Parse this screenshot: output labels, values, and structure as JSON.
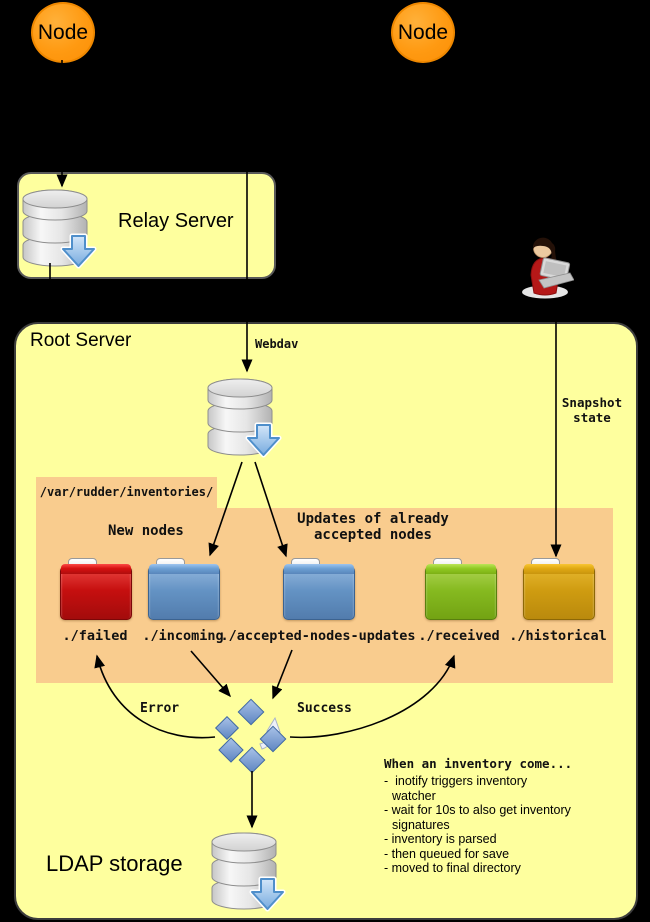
{
  "nodes": {
    "left_label": "Node",
    "right_label": "Node"
  },
  "relay": {
    "title": "Relay Server"
  },
  "root": {
    "title": "Root Server",
    "webdav_label": "Webdav",
    "snapshot": {
      "line1": "Snapshot",
      "line2": "state"
    },
    "inventories_path": "/var/rudder/inventories/",
    "new_nodes_label": "New nodes",
    "updates_label": {
      "line1": "Updates of already",
      "line2": "accepted nodes"
    },
    "folders": [
      {
        "name": "failed",
        "label": "./failed",
        "color": "#c60f0f"
      },
      {
        "name": "incoming",
        "label": "./incoming",
        "color": "#6493c4"
      },
      {
        "name": "accepted-nodes-updates",
        "label": "./accepted-nodes-updates",
        "color": "#6493c4"
      },
      {
        "name": "received",
        "label": "./received",
        "color": "#86ba20"
      },
      {
        "name": "historical",
        "label": "./historical",
        "color": "#cf9c11"
      }
    ],
    "error_label": "Error",
    "success_label": "Success",
    "ldap_label": "LDAP storage",
    "notes": {
      "title": "When an inventory come...",
      "items": [
        "-  inotify triggers inventory watcher",
        "- wait for 10s to also get inventory signatures",
        "- inventory is parsed",
        "- then queued for save",
        "- moved to final directory"
      ]
    }
  },
  "colors": {
    "background": "#000000",
    "box_yellow": "#feff9e",
    "band_orange": "#f9cc8e",
    "node_orange": "#ff9a12",
    "folder_red": "#c60f0f",
    "folder_blue": "#6493c4",
    "folder_green": "#86ba20",
    "folder_gold": "#cf9c11"
  }
}
